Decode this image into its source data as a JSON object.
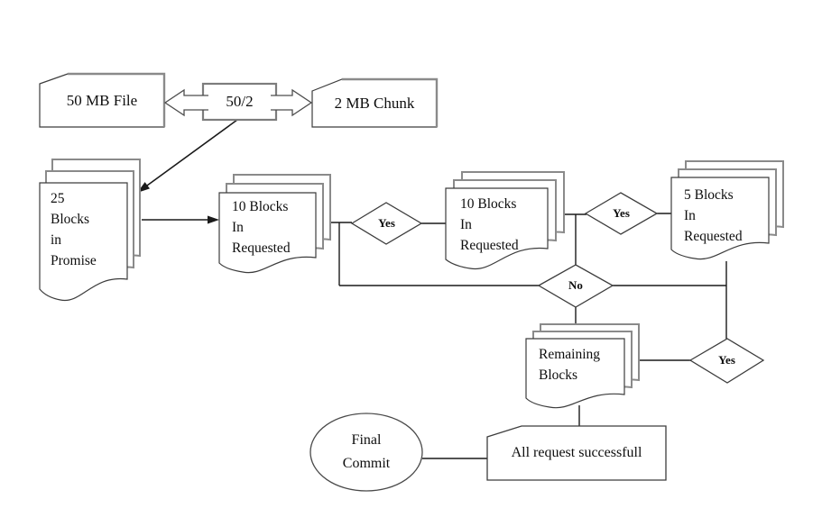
{
  "diagram": {
    "background": "#ffffff",
    "colors": {
      "connector_line": "#1a1a1a",
      "shape_stroke": "#3c3c3c",
      "shadow_gray": "#8a8a8a",
      "shape_fill": "#ffffff",
      "text": "#0d0d0d"
    },
    "nodes": {
      "file_card": {
        "label": "50 MB File"
      },
      "split_box": {
        "label": "50/2"
      },
      "chunk_card": {
        "label": "2 MB Chunk"
      },
      "promise_docs": {
        "lines": [
          "25",
          "Blocks",
          "in",
          "Promise"
        ]
      },
      "request10_a": {
        "lines": [
          "10 Blocks",
          "In",
          "Requested"
        ]
      },
      "request10_b": {
        "lines": [
          "10 Blocks",
          "In",
          "Requested"
        ]
      },
      "request5": {
        "lines": [
          "5 Blocks",
          "In",
          "Requested"
        ]
      },
      "remaining_docs": {
        "lines": [
          "Remaining",
          "Blocks"
        ]
      },
      "final_commit": {
        "lines": [
          "Final",
          "Commit"
        ]
      },
      "success_box": {
        "label": "All request successfull"
      }
    },
    "decisions": {
      "d1": {
        "label": "Yes"
      },
      "d2": {
        "label": "Yes"
      },
      "d3": {
        "label": "No"
      },
      "d4": {
        "label": "Yes"
      }
    }
  }
}
